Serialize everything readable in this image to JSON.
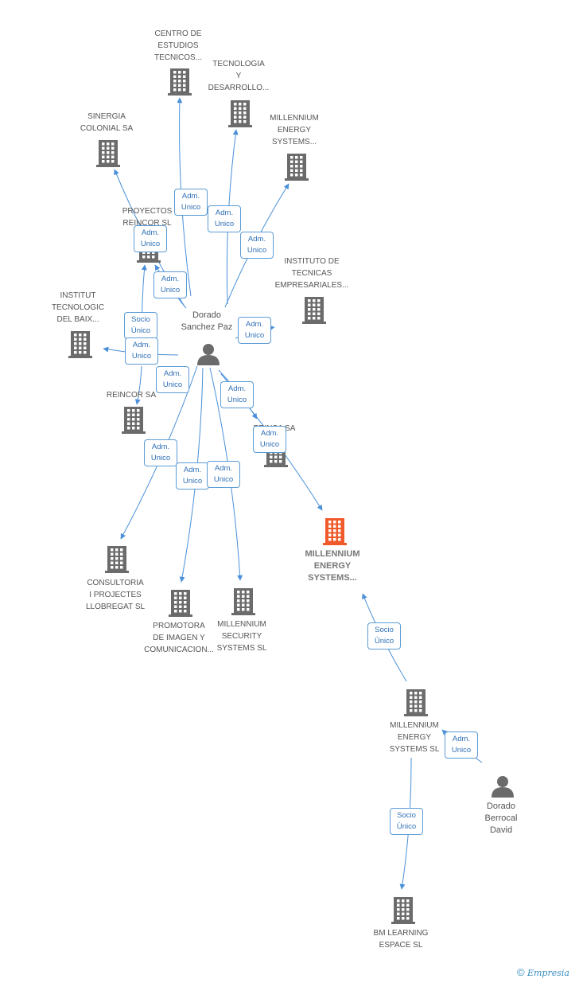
{
  "colors": {
    "edge": "#4a90d9",
    "building": "#6b6b6b",
    "main_building": "#f05a2a",
    "person": "#6b6b6b",
    "badge_border": "#5b9bd5",
    "badge_text": "#2f6fb5"
  },
  "nodes": [
    {
      "id": "centro",
      "kind": "company",
      "icon": "building-icon",
      "lines": [
        "CENTRO DE",
        "ESTUDIOS",
        "TECNICOS..."
      ]
    },
    {
      "id": "tecnologia",
      "kind": "company",
      "icon": "building-icon",
      "lines": [
        "TECNOLOGIA",
        "Y",
        "DESARROLLO..."
      ]
    },
    {
      "id": "sinergia",
      "kind": "company",
      "icon": "building-icon",
      "lines": [
        "SINERGIA",
        "COLONIAL SA"
      ]
    },
    {
      "id": "millennium_top",
      "kind": "company",
      "icon": "building-icon",
      "lines": [
        "MILLENNIUM",
        "ENERGY",
        "SYSTEMS..."
      ]
    },
    {
      "id": "proyectos",
      "kind": "company",
      "icon": "building-icon",
      "lines": [
        "PROYECTOS",
        "REINCOR SL"
      ]
    },
    {
      "id": "instituto",
      "kind": "company",
      "icon": "building-icon",
      "lines": [
        "INSTITUTO DE",
        "TECNICAS",
        "EMPRESARIALES..."
      ]
    },
    {
      "id": "institut",
      "kind": "company",
      "icon": "building-icon",
      "lines": [
        "INSTITUT",
        "TECNOLOGIC",
        "DEL BAIX..."
      ]
    },
    {
      "id": "reincor",
      "kind": "company",
      "icon": "building-icon",
      "lines": [
        "REINCOR SA"
      ]
    },
    {
      "id": "prinsa",
      "kind": "company",
      "icon": "building-icon",
      "lines": [
        "PRINSA SA"
      ]
    },
    {
      "id": "main",
      "kind": "company",
      "icon": "building-icon",
      "main": true,
      "lines": [
        "MILLENNIUM",
        "ENERGY",
        "SYSTEMS..."
      ]
    },
    {
      "id": "consultoria",
      "kind": "company",
      "icon": "building-icon",
      "lines": [
        "CONSULTORIA",
        "I PROJECTES",
        "LLOBREGAT SL"
      ]
    },
    {
      "id": "promotora",
      "kind": "company",
      "icon": "building-icon",
      "lines": [
        "PROMOTORA",
        "DE IMAGEN Y",
        "COMUNICACION..."
      ]
    },
    {
      "id": "security",
      "kind": "company",
      "icon": "building-icon",
      "lines": [
        "MILLENNIUM",
        "SECURITY",
        "SYSTEMS SL"
      ]
    },
    {
      "id": "millennium_sl",
      "kind": "company",
      "icon": "building-icon",
      "lines": [
        "MILLENNIUM",
        "ENERGY",
        "SYSTEMS SL"
      ]
    },
    {
      "id": "bm",
      "kind": "company",
      "icon": "building-icon",
      "lines": [
        "BM LEARNING",
        "ESPACE  SL"
      ]
    },
    {
      "id": "dorado_sanchez",
      "kind": "person",
      "icon": "person-icon",
      "lines": [
        "Dorado",
        "Sanchez Paz"
      ]
    },
    {
      "id": "dorado_berrocal",
      "kind": "person",
      "icon": "person-icon",
      "lines": [
        "Dorado",
        "Berrocal",
        "David"
      ]
    }
  ],
  "edges": [
    {
      "from": "dorado_sanchez",
      "to": "centro",
      "lines": [
        "Adm.",
        "Unico"
      ]
    },
    {
      "from": "dorado_sanchez",
      "to": "tecnologia",
      "lines": [
        "Adm.",
        "Unico"
      ]
    },
    {
      "from": "dorado_sanchez",
      "to": "millennium_top",
      "lines": [
        "Adm.",
        "Unico"
      ]
    },
    {
      "from": "dorado_sanchez",
      "to": "sinergia",
      "lines": [
        "Adm.",
        "Unico"
      ]
    },
    {
      "from": "dorado_sanchez",
      "to": "proyectos",
      "lines": [
        "Adm.",
        "Unico"
      ]
    },
    {
      "from": "dorado_sanchez",
      "to": "proyectos",
      "lines": [
        "Socio",
        "Único"
      ]
    },
    {
      "from": "dorado_sanchez",
      "to": "instituto",
      "lines": [
        "Adm.",
        "Unico"
      ]
    },
    {
      "from": "dorado_sanchez",
      "to": "institut",
      "lines": [
        "Adm.",
        "Unico"
      ]
    },
    {
      "from": "dorado_sanchez",
      "to": "reincor",
      "lines": [
        "Adm.",
        "Unico"
      ]
    },
    {
      "from": "dorado_sanchez",
      "to": "prinsa",
      "lines": [
        "Adm.",
        "Unico"
      ]
    },
    {
      "from": "dorado_sanchez",
      "to": "main",
      "lines": [
        "Adm.",
        "Unico"
      ]
    },
    {
      "from": "dorado_sanchez",
      "to": "consultoria",
      "lines": [
        "Adm.",
        "Unico"
      ]
    },
    {
      "from": "dorado_sanchez",
      "to": "promotora",
      "lines": [
        "Adm.",
        "Unico"
      ]
    },
    {
      "from": "dorado_sanchez",
      "to": "security",
      "lines": [
        "Adm.",
        "Unico"
      ]
    },
    {
      "from": "millennium_sl",
      "to": "main",
      "lines": [
        "Socio",
        "Único"
      ]
    },
    {
      "from": "dorado_berrocal",
      "to": "millennium_sl",
      "lines": [
        "Adm.",
        "Unico"
      ]
    },
    {
      "from": "millennium_sl",
      "to": "bm",
      "lines": [
        "Socio",
        "Único"
      ]
    }
  ],
  "footer": {
    "copyright": "©",
    "brand": "Empresia"
  }
}
